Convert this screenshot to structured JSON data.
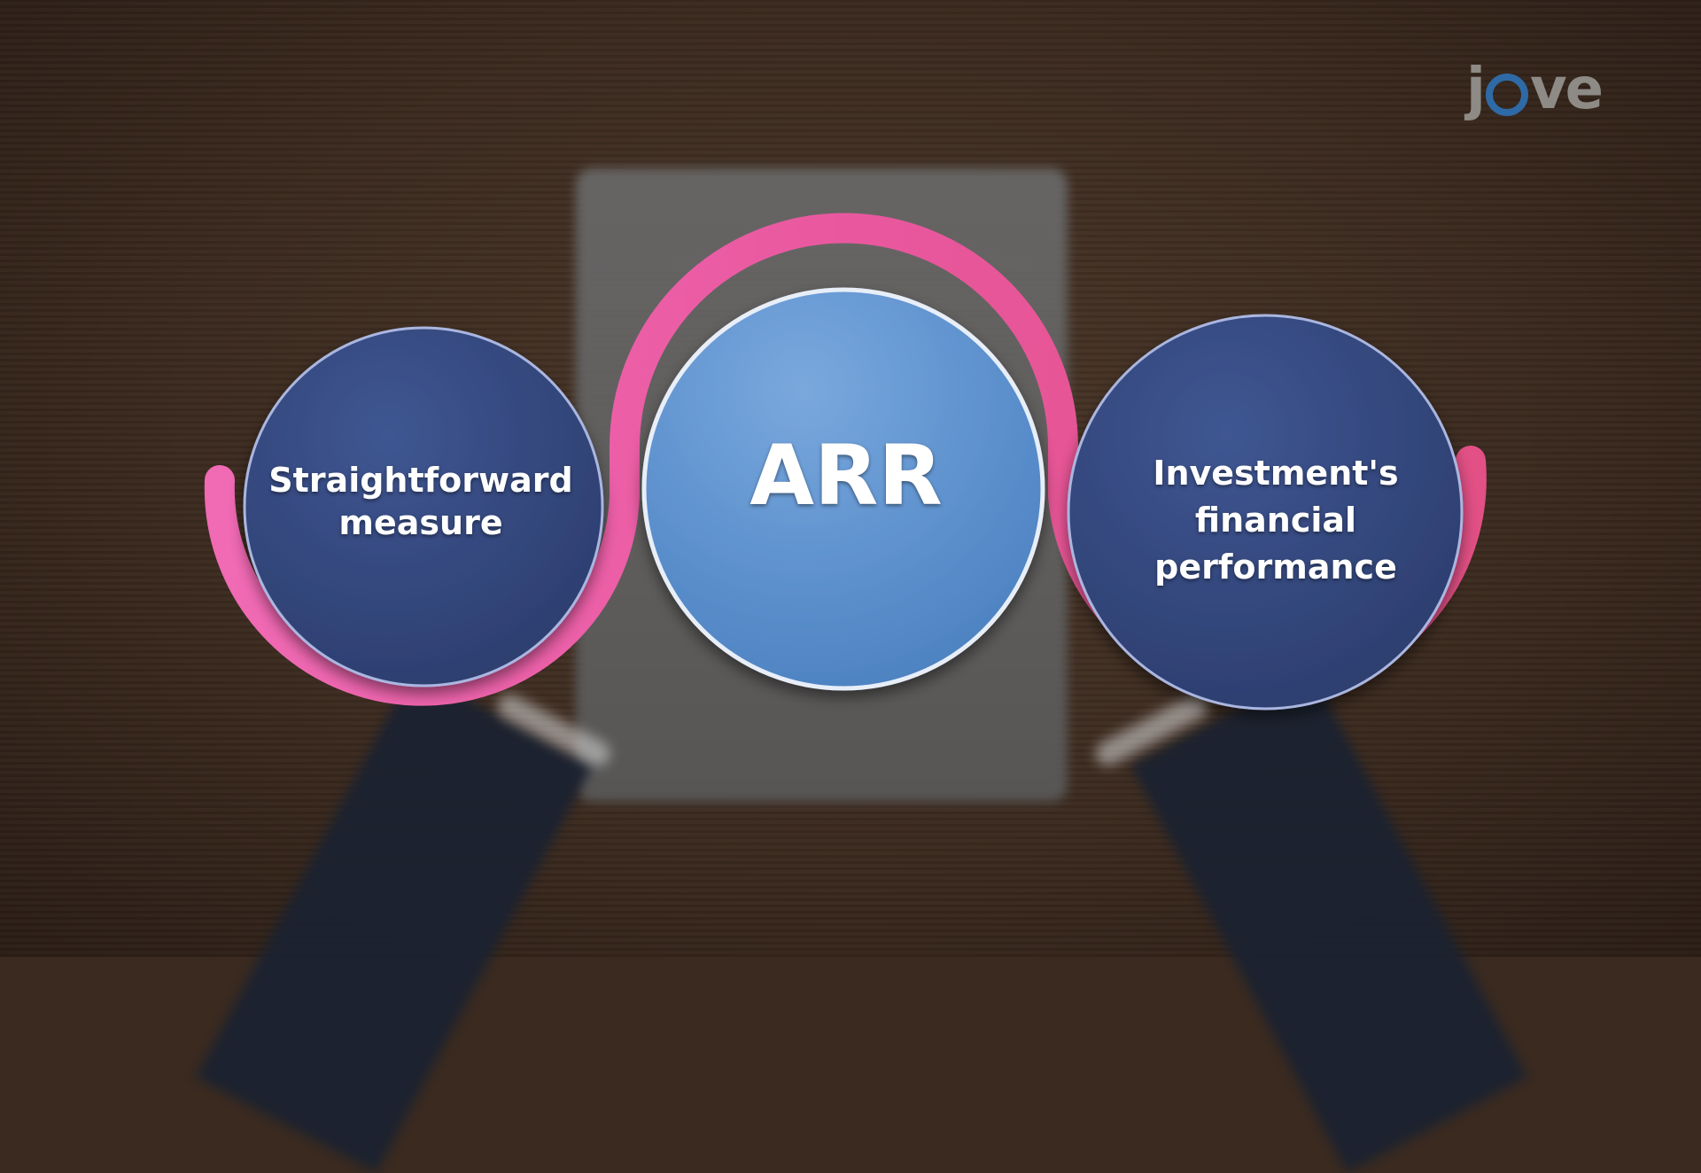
{
  "brand": {
    "logo_text": "jove",
    "logo_accent_color": "#2e6aa6"
  },
  "colors": {
    "ribbon": "#ea5aa6",
    "side_circle": "#34487f",
    "center_circle": "#5b8fcc"
  },
  "diagram": {
    "left_label": [
      "Straightforward",
      "measure"
    ],
    "center_label": "ARR",
    "right_label": [
      "Investment's",
      "financial",
      "performance"
    ]
  }
}
